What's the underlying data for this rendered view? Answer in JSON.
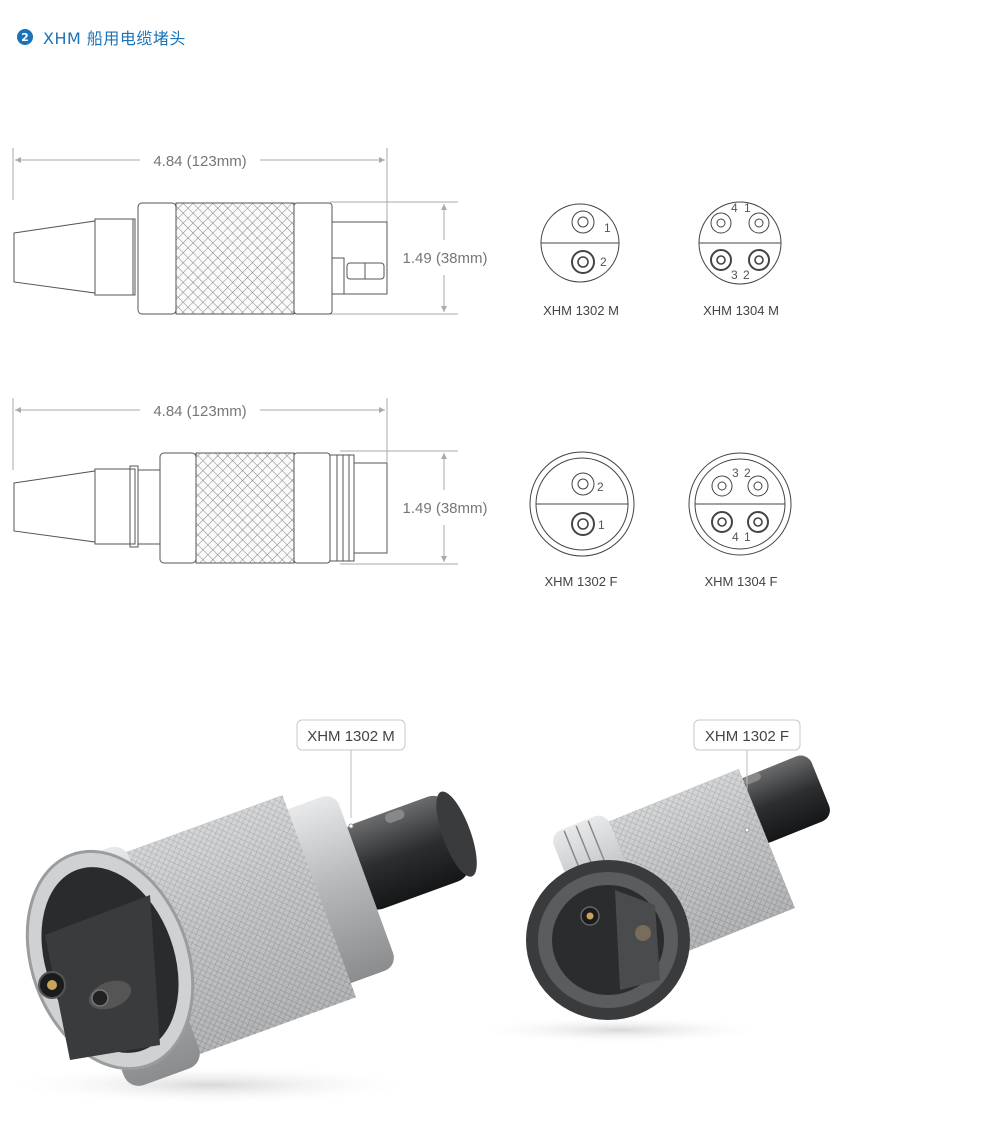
{
  "header": {
    "number": "2",
    "title": "XHM 船用电缆堵头"
  },
  "drawings": {
    "top": {
      "length": "4.84 (123mm)",
      "diameter": "1.49 (38mm)"
    },
    "bottom": {
      "length": "4.84 (123mm)",
      "diameter": "1.49 (38mm)"
    }
  },
  "pinouts": {
    "m2": {
      "label": "XHM 1302 M",
      "pins": [
        "1",
        "2"
      ]
    },
    "m4": {
      "label": "XHM 1304 M",
      "pins": [
        "4",
        "1",
        "3",
        "2"
      ]
    },
    "f2": {
      "label": "XHM 1302 F",
      "pins": [
        "2",
        "1"
      ]
    },
    "f4": {
      "label": "XHM 1304 F",
      "pins": [
        "3",
        "2",
        "4",
        "1"
      ]
    }
  },
  "photos": {
    "male": {
      "label": "XHM 1302 M"
    },
    "female": {
      "label": "XHM 1302 F"
    }
  },
  "colors": {
    "accent": "#1a73b8"
  }
}
